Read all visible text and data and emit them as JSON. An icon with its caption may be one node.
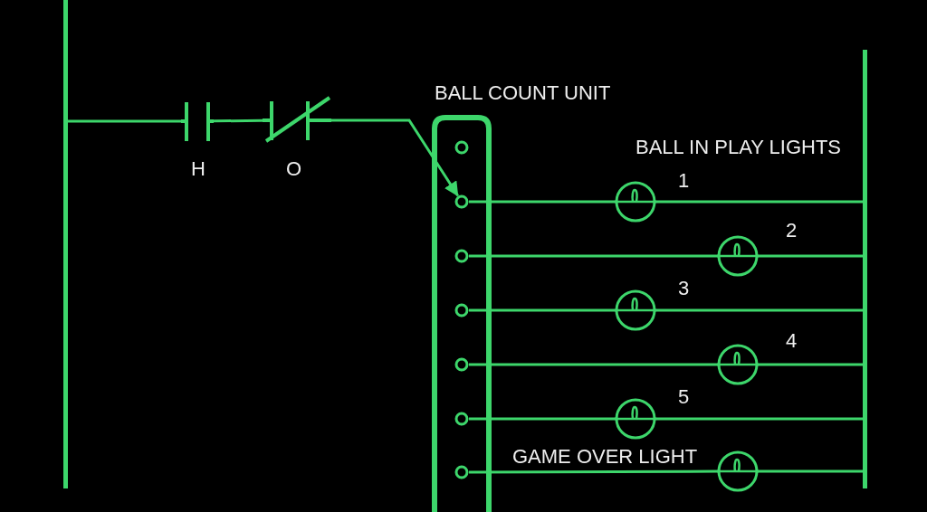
{
  "diagram": {
    "nodes": [
      {
        "text": [],
        "shape": "bar"
      },
      {
        "text": [],
        "shape": "contact",
        "beside": [
          "H"
        ]
      },
      {
        "text": [],
        "shape": "contact",
        "beside": [
          "O"
        ]
      },
      {
        "text": [
          "BALL COUNT UNIT"
        ]
      },
      {
        "text": [],
        "shape": "circle",
        "in": 3
      },
      {
        "text": [],
        "shape": "circle",
        "in": 3
      },
      {
        "text": [],
        "shape": "circle",
        "in": 3
      },
      {
        "text": [],
        "shape": "circle",
        "in": 3
      },
      {
        "text": [],
        "shape": "circle",
        "in": 3
      },
      {
        "text": [],
        "shape": "circle",
        "in": 3
      },
      {
        "text": [],
        "shape": "circle",
        "in": 3
      },
      {
        "text": [],
        "shape": "lamp",
        "beside": [
          "1"
        ]
      },
      {
        "text": [],
        "shape": "lamp",
        "beside": [
          "2"
        ]
      },
      {
        "text": [],
        "shape": "lamp",
        "beside": [
          "3"
        ]
      },
      {
        "text": [],
        "shape": "lamp",
        "beside": [
          "4"
        ]
      },
      {
        "text": [],
        "shape": "lamp",
        "beside": [
          "5"
        ]
      },
      {
        "text": [],
        "shape": "lamp",
        "beside": [
          "GAME OVER LIGHT"
        ]
      },
      {
        "text": [],
        "shape": "bar"
      }
    ],
    "edges": [
      {
        "from": 0,
        "to": 1,
        "arrow": "none"
      },
      {
        "from": 1,
        "to": 2,
        "arrow": "none"
      },
      {
        "from": 2,
        "to": 5,
        "arrow": "to"
      },
      {
        "from": 5,
        "to": 11,
        "arrow": "none"
      },
      {
        "from": 11,
        "to": 17,
        "arrow": "none"
      },
      {
        "from": 6,
        "to": 12,
        "arrow": "none"
      },
      {
        "from": 12,
        "to": 17,
        "arrow": "none"
      },
      {
        "from": 7,
        "to": 13,
        "arrow": "none"
      },
      {
        "from": 13,
        "to": 17,
        "arrow": "none"
      },
      {
        "from": 8,
        "to": 14,
        "arrow": "none"
      },
      {
        "from": 14,
        "to": 17,
        "arrow": "none"
      },
      {
        "from": 9,
        "to": 15,
        "arrow": "none"
      },
      {
        "from": 15,
        "to": 17,
        "arrow": "none"
      },
      {
        "from": 10,
        "to": 16,
        "arrow": "none"
      },
      {
        "from": 16,
        "to": 17,
        "arrow": "none"
      }
    ],
    "labels": [
      "BALL IN PLAY LIGHTS"
    ]
  }
}
